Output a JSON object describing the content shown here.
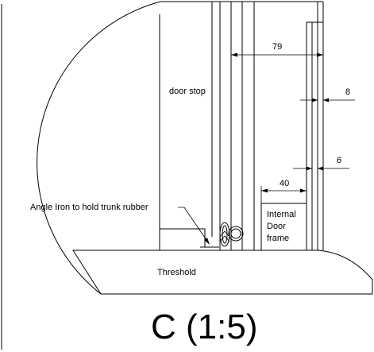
{
  "title": "C (1:5)",
  "labels": {
    "door_stop": "door stop",
    "angle_iron": "Angle Iron to hold trunk rubber",
    "internal_door_frame": [
      "Internal",
      "Door",
      "frame"
    ],
    "threshold": "Threshold"
  },
  "dimensions": {
    "d79": "79",
    "d8": "8",
    "d6": "6",
    "d40": "40"
  }
}
